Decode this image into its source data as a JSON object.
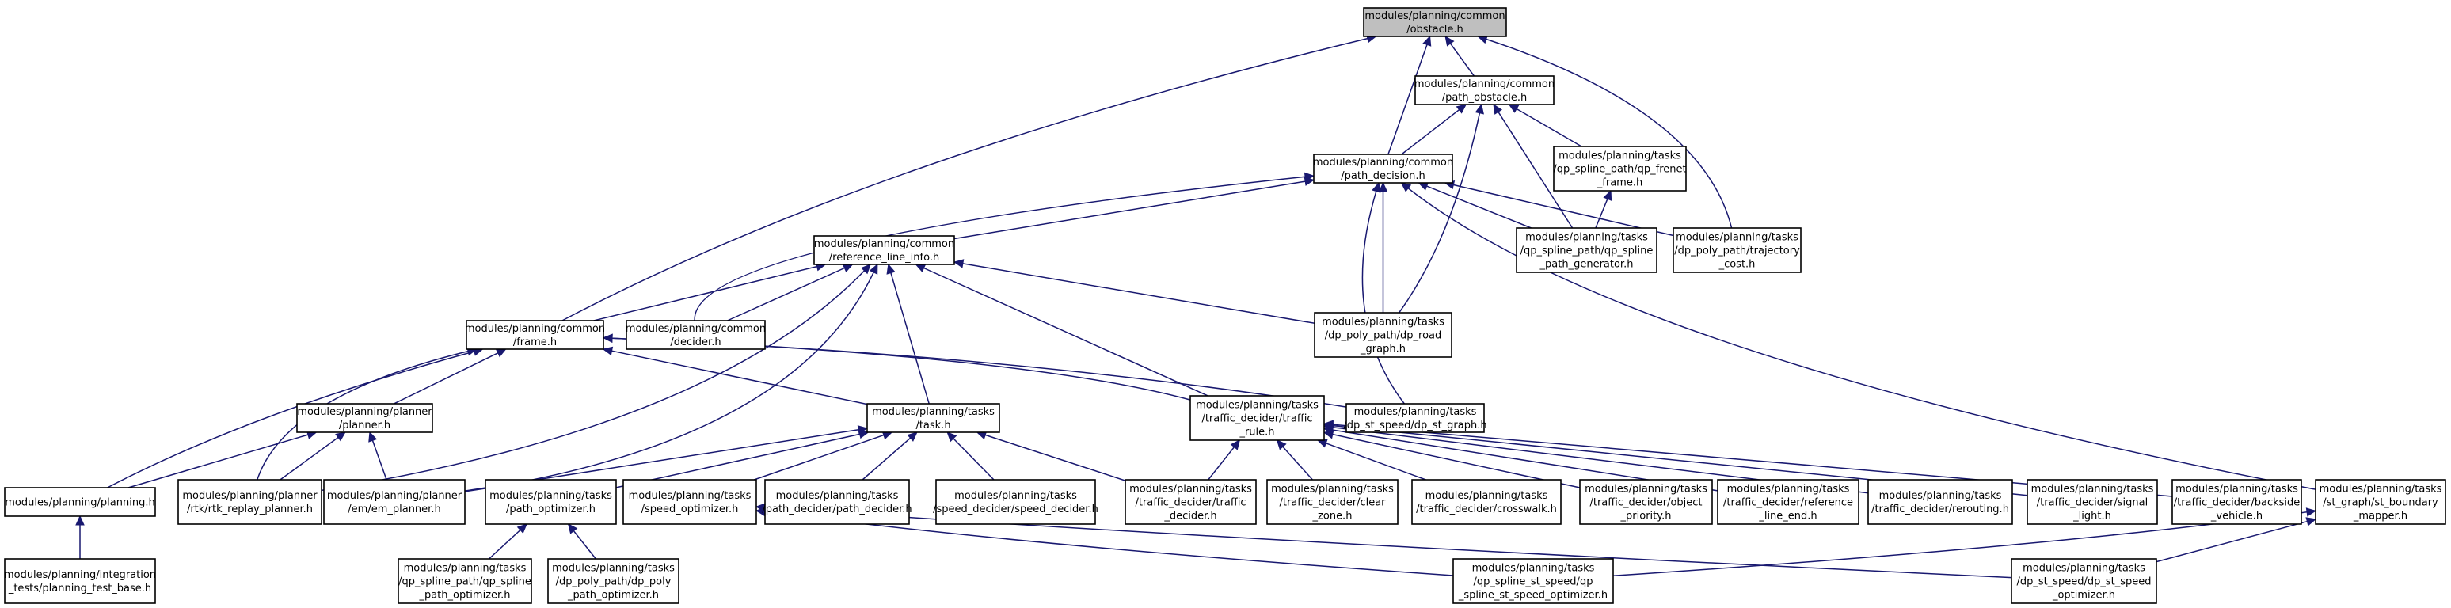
{
  "nodes": [
    {
      "id": "obstacle",
      "lines": [
        "modules/planning/common",
        "/obstacle.h"
      ],
      "root": true
    },
    {
      "id": "path_obstacle",
      "lines": [
        "modules/planning/common",
        "/path_obstacle.h"
      ]
    },
    {
      "id": "path_decision",
      "lines": [
        "modules/planning/common",
        "/path_decision.h"
      ]
    },
    {
      "id": "qp_frenet_frame",
      "lines": [
        "modules/planning/tasks",
        "/qp_spline_path/qp_frenet",
        "_frame.h"
      ]
    },
    {
      "id": "reference_line_info",
      "lines": [
        "modules/planning/common",
        "/reference_line_info.h"
      ]
    },
    {
      "id": "qp_spline_path_generator",
      "lines": [
        "modules/planning/tasks",
        "/qp_spline_path/qp_spline",
        "_path_generator.h"
      ]
    },
    {
      "id": "trajectory_cost",
      "lines": [
        "modules/planning/tasks",
        "/dp_poly_path/trajectory",
        "_cost.h"
      ]
    },
    {
      "id": "frame",
      "lines": [
        "modules/planning/common",
        "/frame.h"
      ]
    },
    {
      "id": "decider",
      "lines": [
        "modules/planning/common",
        "/decider.h"
      ]
    },
    {
      "id": "dp_road_graph",
      "lines": [
        "modules/planning/tasks",
        "/dp_poly_path/dp_road",
        "_graph.h"
      ]
    },
    {
      "id": "planner",
      "lines": [
        "modules/planning/planner",
        "/planner.h"
      ]
    },
    {
      "id": "task",
      "lines": [
        "modules/planning/tasks",
        "/task.h"
      ]
    },
    {
      "id": "traffic_rule",
      "lines": [
        "modules/planning/tasks",
        "/traffic_decider/traffic",
        "_rule.h"
      ]
    },
    {
      "id": "dp_st_graph",
      "lines": [
        "modules/planning/tasks",
        "/dp_st_speed/dp_st_graph.h"
      ]
    },
    {
      "id": "planning",
      "lines": [
        "modules/planning/planning.h"
      ]
    },
    {
      "id": "rtk_replay_planner",
      "lines": [
        "modules/planning/planner",
        "/rtk/rtk_replay_planner.h"
      ]
    },
    {
      "id": "em_planner",
      "lines": [
        "modules/planning/planner",
        "/em/em_planner.h"
      ]
    },
    {
      "id": "path_optimizer",
      "lines": [
        "modules/planning/tasks",
        "/path_optimizer.h"
      ]
    },
    {
      "id": "speed_optimizer",
      "lines": [
        "modules/planning/tasks",
        "/speed_optimizer.h"
      ]
    },
    {
      "id": "path_decider",
      "lines": [
        "modules/planning/tasks",
        "/path_decider/path_decider.h"
      ]
    },
    {
      "id": "speed_decider",
      "lines": [
        "modules/planning/tasks",
        "/speed_decider/speed_decider.h"
      ]
    },
    {
      "id": "traffic_decider",
      "lines": [
        "modules/planning/tasks",
        "/traffic_decider/traffic",
        "_decider.h"
      ]
    },
    {
      "id": "clear_zone",
      "lines": [
        "modules/planning/tasks",
        "/traffic_decider/clear",
        "_zone.h"
      ]
    },
    {
      "id": "crosswalk",
      "lines": [
        "modules/planning/tasks",
        "/traffic_decider/crosswalk.h"
      ]
    },
    {
      "id": "object_priority",
      "lines": [
        "modules/planning/tasks",
        "/traffic_decider/object",
        "_priority.h"
      ]
    },
    {
      "id": "reference_line_end",
      "lines": [
        "modules/planning/tasks",
        "/traffic_decider/reference",
        "_line_end.h"
      ]
    },
    {
      "id": "rerouting",
      "lines": [
        "modules/planning/tasks",
        "/traffic_decider/rerouting.h"
      ]
    },
    {
      "id": "signal_light",
      "lines": [
        "modules/planning/tasks",
        "/traffic_decider/signal",
        "_light.h"
      ]
    },
    {
      "id": "backside_vehicle",
      "lines": [
        "modules/planning/tasks",
        "/traffic_decider/backside",
        "_vehicle.h"
      ]
    },
    {
      "id": "st_boundary_mapper",
      "lines": [
        "modules/planning/tasks",
        "/st_graph/st_boundary",
        "_mapper.h"
      ]
    },
    {
      "id": "planning_test_base",
      "lines": [
        "modules/planning/integration",
        "_tests/planning_test_base.h"
      ]
    },
    {
      "id": "qp_spline_path_optimizer",
      "lines": [
        "modules/planning/tasks",
        "/qp_spline_path/qp_spline",
        "_path_optimizer.h"
      ]
    },
    {
      "id": "dp_poly_path_optimizer",
      "lines": [
        "modules/planning/tasks",
        "/dp_poly_path/dp_poly",
        "_path_optimizer.h"
      ]
    },
    {
      "id": "qp_spline_st_speed_optimizer",
      "lines": [
        "modules/planning/tasks",
        "/qp_spline_st_speed/qp",
        "_spline_st_speed_optimizer.h"
      ]
    },
    {
      "id": "dp_st_speed_optimizer",
      "lines": [
        "modules/planning/tasks",
        "/dp_st_speed/dp_st_speed",
        "_optimizer.h"
      ]
    }
  ],
  "edges": [
    [
      "path_obstacle",
      "obstacle"
    ],
    [
      "path_decision",
      "obstacle"
    ],
    [
      "frame",
      "obstacle"
    ],
    [
      "trajectory_cost",
      "obstacle"
    ],
    [
      "path_decision",
      "path_obstacle"
    ],
    [
      "qp_frenet_frame",
      "path_obstacle"
    ],
    [
      "qp_spline_path_generator",
      "path_obstacle"
    ],
    [
      "dp_road_graph",
      "path_obstacle"
    ],
    [
      "reference_line_info",
      "path_decision"
    ],
    [
      "decider",
      "path_decision"
    ],
    [
      "qp_spline_path_generator",
      "path_decision"
    ],
    [
      "trajectory_cost",
      "path_decision"
    ],
    [
      "dp_road_graph",
      "path_decision"
    ],
    [
      "dp_st_graph",
      "path_decision"
    ],
    [
      "st_boundary_mapper",
      "path_decision"
    ],
    [
      "qp_spline_path_generator",
      "qp_frenet_frame"
    ],
    [
      "frame",
      "reference_line_info"
    ],
    [
      "decider",
      "reference_line_info"
    ],
    [
      "dp_road_graph",
      "reference_line_info"
    ],
    [
      "task",
      "reference_line_info"
    ],
    [
      "traffic_rule",
      "reference_line_info"
    ],
    [
      "em_planner",
      "reference_line_info"
    ],
    [
      "rtk_replay_planner",
      "reference_line_info"
    ],
    [
      "planner",
      "frame"
    ],
    [
      "planning",
      "frame"
    ],
    [
      "task",
      "frame"
    ],
    [
      "traffic_rule",
      "frame"
    ],
    [
      "dp_st_graph",
      "frame"
    ],
    [
      "rtk_replay_planner",
      "frame"
    ],
    [
      "planning",
      "planner"
    ],
    [
      "rtk_replay_planner",
      "planner"
    ],
    [
      "em_planner",
      "planner"
    ],
    [
      "em_planner",
      "task"
    ],
    [
      "path_optimizer",
      "task"
    ],
    [
      "speed_optimizer",
      "task"
    ],
    [
      "path_decider",
      "task"
    ],
    [
      "speed_decider",
      "task"
    ],
    [
      "traffic_decider",
      "task"
    ],
    [
      "traffic_decider",
      "traffic_rule"
    ],
    [
      "clear_zone",
      "traffic_rule"
    ],
    [
      "crosswalk",
      "traffic_rule"
    ],
    [
      "object_priority",
      "traffic_rule"
    ],
    [
      "reference_line_end",
      "traffic_rule"
    ],
    [
      "rerouting",
      "traffic_rule"
    ],
    [
      "signal_light",
      "traffic_rule"
    ],
    [
      "backside_vehicle",
      "traffic_rule"
    ],
    [
      "planning_test_base",
      "planning"
    ],
    [
      "qp_spline_path_optimizer",
      "path_optimizer"
    ],
    [
      "dp_poly_path_optimizer",
      "path_optimizer"
    ],
    [
      "qp_spline_st_speed_optimizer",
      "speed_optimizer"
    ],
    [
      "dp_st_speed_optimizer",
      "speed_optimizer"
    ],
    [
      "qp_spline_st_speed_optimizer",
      "st_boundary_mapper"
    ],
    [
      "dp_st_speed_optimizer",
      "st_boundary_mapper"
    ]
  ]
}
